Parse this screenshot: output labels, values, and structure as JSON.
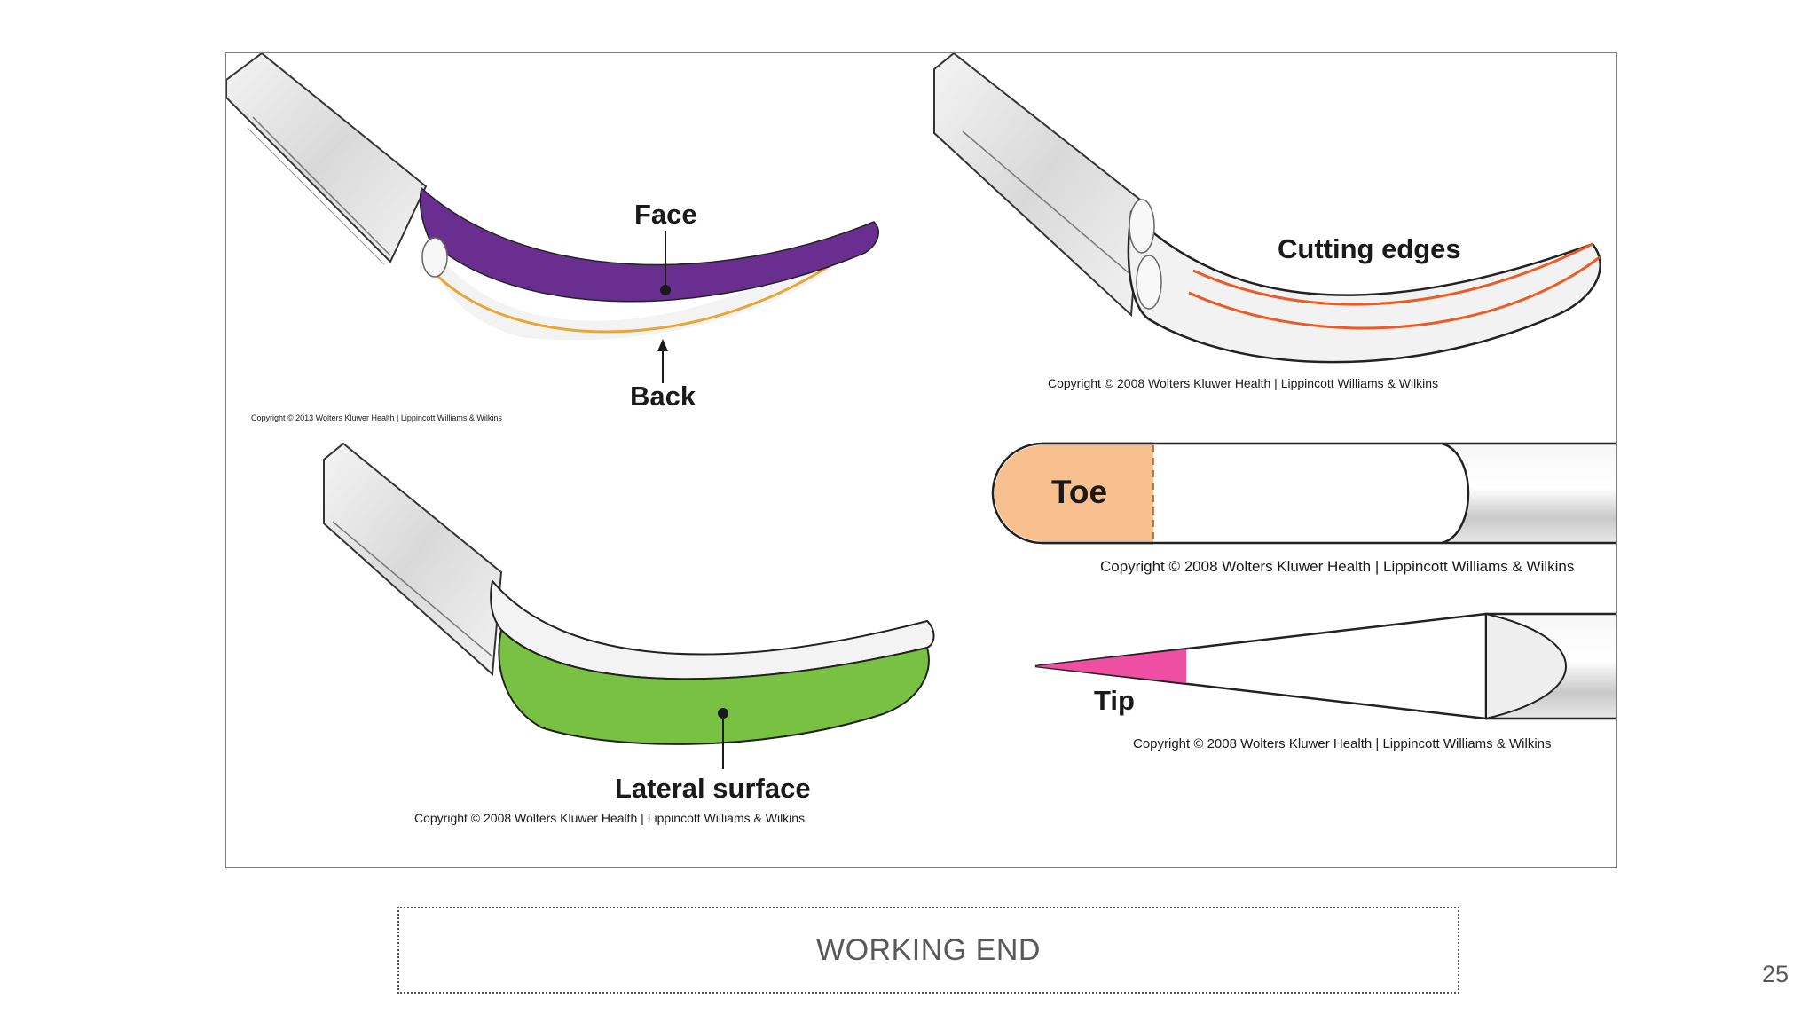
{
  "figure": {
    "panels": {
      "face_back": {
        "face_label": "Face",
        "back_label": "Back",
        "copyright": "Copyright © 2013 Wolters Kluwer Health | Lippincott Williams & Wilkins",
        "face_color": "#6a2e91",
        "back_color": "#e8a637"
      },
      "cutting_edges": {
        "label": "Cutting edges",
        "copyright": "Copyright © 2008 Wolters Kluwer Health | Lippincott Williams & Wilkins",
        "edge_color": "#ee5a24"
      },
      "toe": {
        "label": "Toe",
        "copyright": "Copyright © 2008 Wolters Kluwer Health | Lippincott Williams & Wilkins",
        "toe_color": "#f7c08e"
      },
      "lateral": {
        "label": "Lateral surface",
        "copyright": "Copyright © 2008 Wolters Kluwer Health | Lippincott Williams & Wilkins",
        "surface_color": "#79c142"
      },
      "tip": {
        "label": "Tip",
        "copyright": "Copyright © 2008 Wolters Kluwer Health | Lippincott Williams & Wilkins",
        "tip_color": "#ee4fa3"
      }
    }
  },
  "caption": {
    "text": "WORKING END"
  },
  "page": {
    "number": "25"
  }
}
